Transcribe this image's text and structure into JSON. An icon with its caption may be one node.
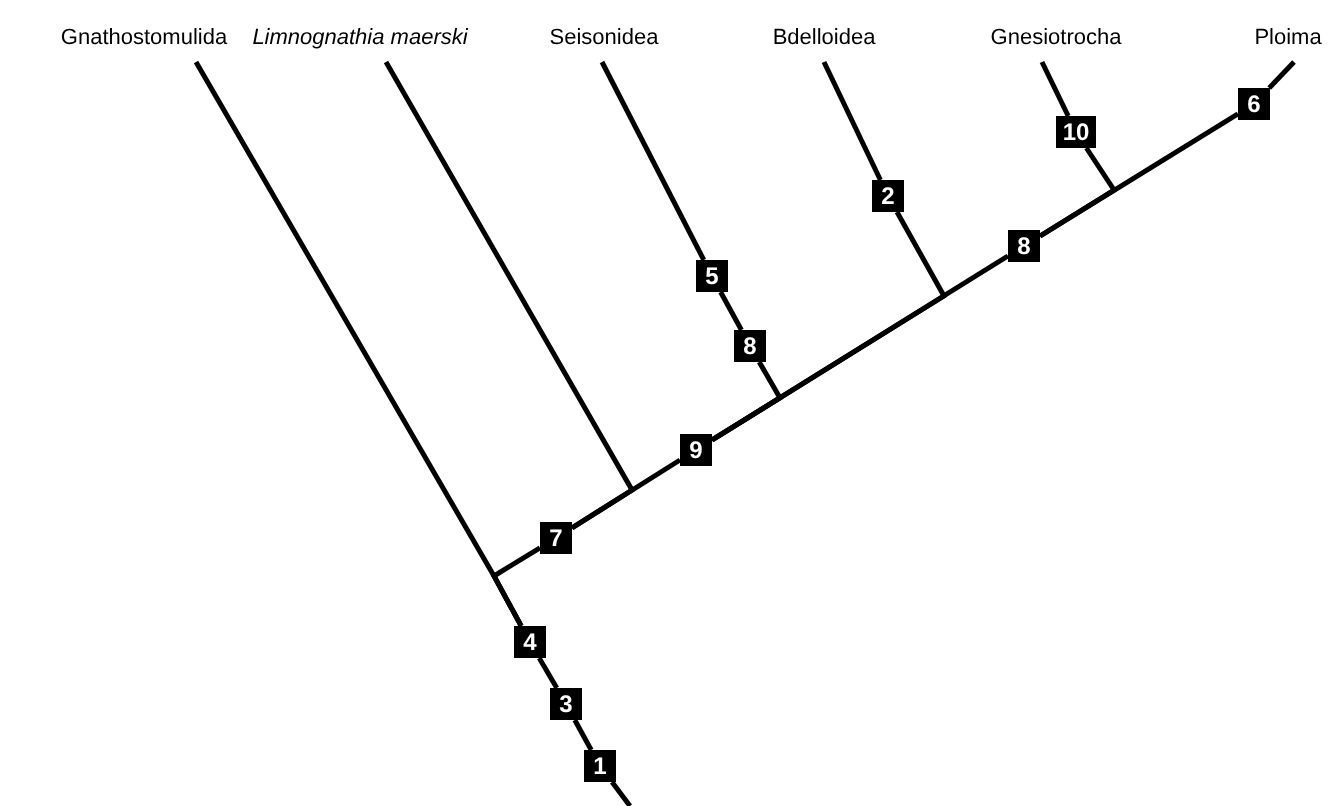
{
  "diagram": {
    "nodes": [
      {
        "text": [
          "Gnathostomulida"
        ]
      },
      {
        "text": [
          "Limnognathia maerski"
        ]
      },
      {
        "text": [
          "Seisonidea"
        ]
      },
      {
        "text": [
          "Bdelloidea"
        ]
      },
      {
        "text": [
          "Gnesiotrocha"
        ]
      },
      {
        "text": [
          "Ploima"
        ]
      },
      {
        "text": [
          "6"
        ]
      },
      {
        "text": [
          "10"
        ]
      },
      {
        "text": [
          "2"
        ]
      },
      {
        "text": [
          "8"
        ]
      },
      {
        "text": [
          "5"
        ]
      },
      {
        "text": [
          "8"
        ]
      },
      {
        "text": [
          "9"
        ]
      },
      {
        "text": [
          "7"
        ]
      },
      {
        "text": [
          "4"
        ]
      },
      {
        "text": [
          "3"
        ]
      },
      {
        "text": [
          "1"
        ]
      }
    ],
    "edges": [
      {
        "from": null,
        "to": 16,
        "arrow": "none"
      },
      {
        "from": 16,
        "to": 15,
        "arrow": "none"
      },
      {
        "from": 15,
        "to": 14,
        "arrow": "none"
      },
      {
        "from": 14,
        "to": 0,
        "arrow": "none"
      },
      {
        "from": 14,
        "to": 13,
        "arrow": "none"
      },
      {
        "from": 13,
        "to": 1,
        "arrow": "none"
      },
      {
        "from": 13,
        "to": 12,
        "arrow": "none"
      },
      {
        "from": 12,
        "to": 11,
        "arrow": "none"
      },
      {
        "from": 12,
        "to": 8,
        "arrow": "none"
      },
      {
        "from": 12,
        "to": 9,
        "arrow": "none"
      },
      {
        "from": 11,
        "to": 10,
        "arrow": "none"
      },
      {
        "from": 10,
        "to": 2,
        "arrow": "none"
      },
      {
        "from": 8,
        "to": 3,
        "arrow": "none"
      },
      {
        "from": 9,
        "to": 7,
        "arrow": "none"
      },
      {
        "from": 9,
        "to": 6,
        "arrow": "none"
      },
      {
        "from": 7,
        "to": 4,
        "arrow": "none"
      },
      {
        "from": 6,
        "to": 5,
        "arrow": "none"
      }
    ]
  }
}
